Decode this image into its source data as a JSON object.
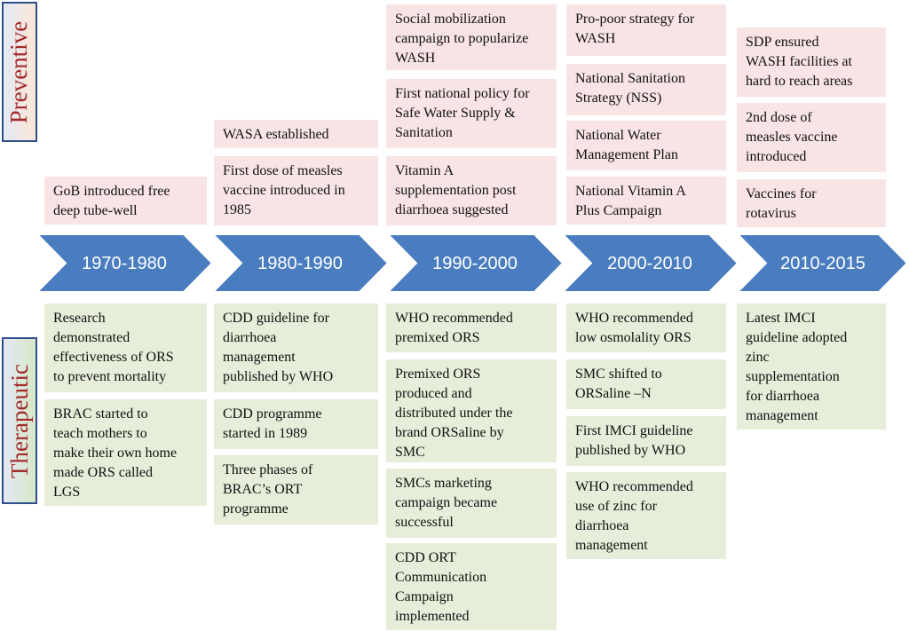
{
  "labels": {
    "preventive": "Preventive",
    "therapeutic": "Therapeutic"
  },
  "colors": {
    "arrow": "#4a7dbf",
    "preventive_box": "#f8e4e4",
    "therapeutic_box": "#e6edd9",
    "label_text": "#a32a2a",
    "label_border": "#2e4f8a"
  },
  "periods": [
    "1970-1980",
    "1980-1990",
    "1990-2000",
    "2000-2010",
    "2010-2015"
  ],
  "preventive": [
    [
      "GoB introduced free\ndeep tube-well"
    ],
    [
      "WASA established",
      "First dose of measles\nvaccine introduced in\n1985"
    ],
    [
      "Social mobilization\ncampaign to popularize\nWASH",
      "First national policy for\nSafe Water Supply &\nSanitation",
      "Vitamin A\nsupplementation  post\ndiarrhoea suggested"
    ],
    [
      "Pro-poor strategy for\nWASH",
      "National Sanitation\nStrategy (NSS)",
      "National Water\nManagement Plan",
      "National Vitamin A\nPlus Campaign"
    ],
    [
      "SDP ensured\nWASH facilities at\nhard to reach areas",
      "2nd dose of\nmeasles vaccine\nintroduced",
      "Vaccines for\nrotavirus"
    ]
  ],
  "therapeutic": [
    [
      "Research\ndemonstrated\neffectiveness of ORS\nto prevent mortality",
      "BRAC started to\nteach mothers to\nmake their own home\nmade ORS called\nLGS"
    ],
    [
      "CDD guideline for\ndiarrhoea\nmanagement\npublished by WHO",
      "CDD programme\nstarted in 1989",
      "Three phases of\nBRAC’s ORT\nprogramme"
    ],
    [
      "WHO recommended\npremixed ORS",
      "Premixed ORS\nproduced and\ndistributed under the\nbrand ORSaline by\nSMC",
      "SMCs marketing\ncampaign became\nsuccessful",
      "CDD ORT\nCommunication\nCampaign\nimplemented"
    ],
    [
      "WHO recommended\nlow osmolality ORS",
      "SMC shifted to\nORSaline –N",
      "First IMCI guideline\npublished by WHO",
      "WHO recommended\nuse of zinc for\ndiarrhoea\nmanagement"
    ],
    [
      "Latest IMCI\nguideline adopted\nzinc\nsupplementation\nfor diarrhoea\nmanagement"
    ]
  ]
}
